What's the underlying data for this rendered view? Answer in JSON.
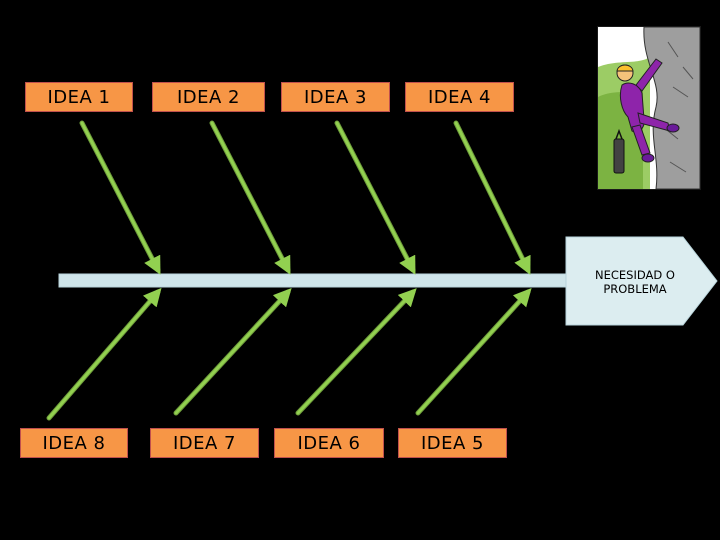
{
  "ideas_top": [
    {
      "label": "IDEA 1"
    },
    {
      "label": "IDEA 2"
    },
    {
      "label": "IDEA 3"
    },
    {
      "label": "IDEA 4"
    }
  ],
  "ideas_bottom": [
    {
      "label": "IDEA 8"
    },
    {
      "label": "IDEA 7"
    },
    {
      "label": "IDEA 6"
    },
    {
      "label": "IDEA 5"
    }
  ],
  "problem": {
    "lines": [
      "NECESIDAD O",
      "PROBLEMA"
    ]
  },
  "colors": {
    "background": "#000000",
    "idea_box": "#f79646",
    "spine": "#cfe5ea",
    "arrows": "#92d050",
    "arrow_outline": "#6d9a3a"
  },
  "decoration": {
    "picture_icon": "mountain-climber-icon"
  }
}
